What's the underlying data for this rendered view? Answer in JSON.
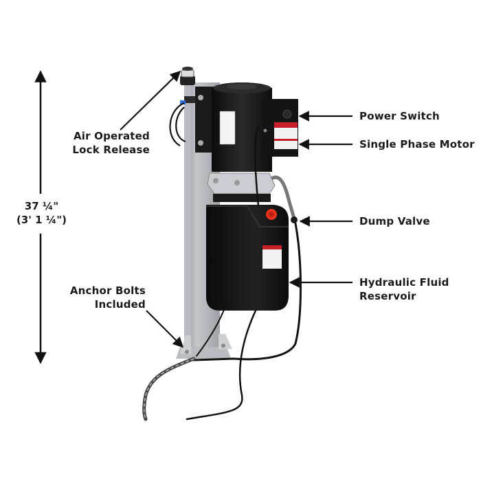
{
  "diagram": {
    "subject": "Hydraulic power unit mounted on lift column",
    "dimension": {
      "line1": "37 ¼\"",
      "line2": "(3' 1 ¼\")"
    },
    "callouts": [
      {
        "id": "air-lock",
        "line1": "Air Operated",
        "line2": "Lock Release"
      },
      {
        "id": "power-switch",
        "line1": "Power Switch"
      },
      {
        "id": "motor",
        "line1": "Single Phase Motor"
      },
      {
        "id": "dump-valve",
        "line1": "Dump Valve"
      },
      {
        "id": "reservoir",
        "line1": "Hydraulic Fluid",
        "line2": "Reservoir"
      },
      {
        "id": "anchor-bolts",
        "line1": "Anchor Bolts",
        "line2": "Included"
      }
    ],
    "colors": {
      "background": "#ffffff",
      "text": "#1a1a1a",
      "column": "#a9adb2",
      "motor": "#141414",
      "reservoir": "#111111",
      "cap": "#e8321e",
      "warning_label": "#c8202a"
    }
  }
}
